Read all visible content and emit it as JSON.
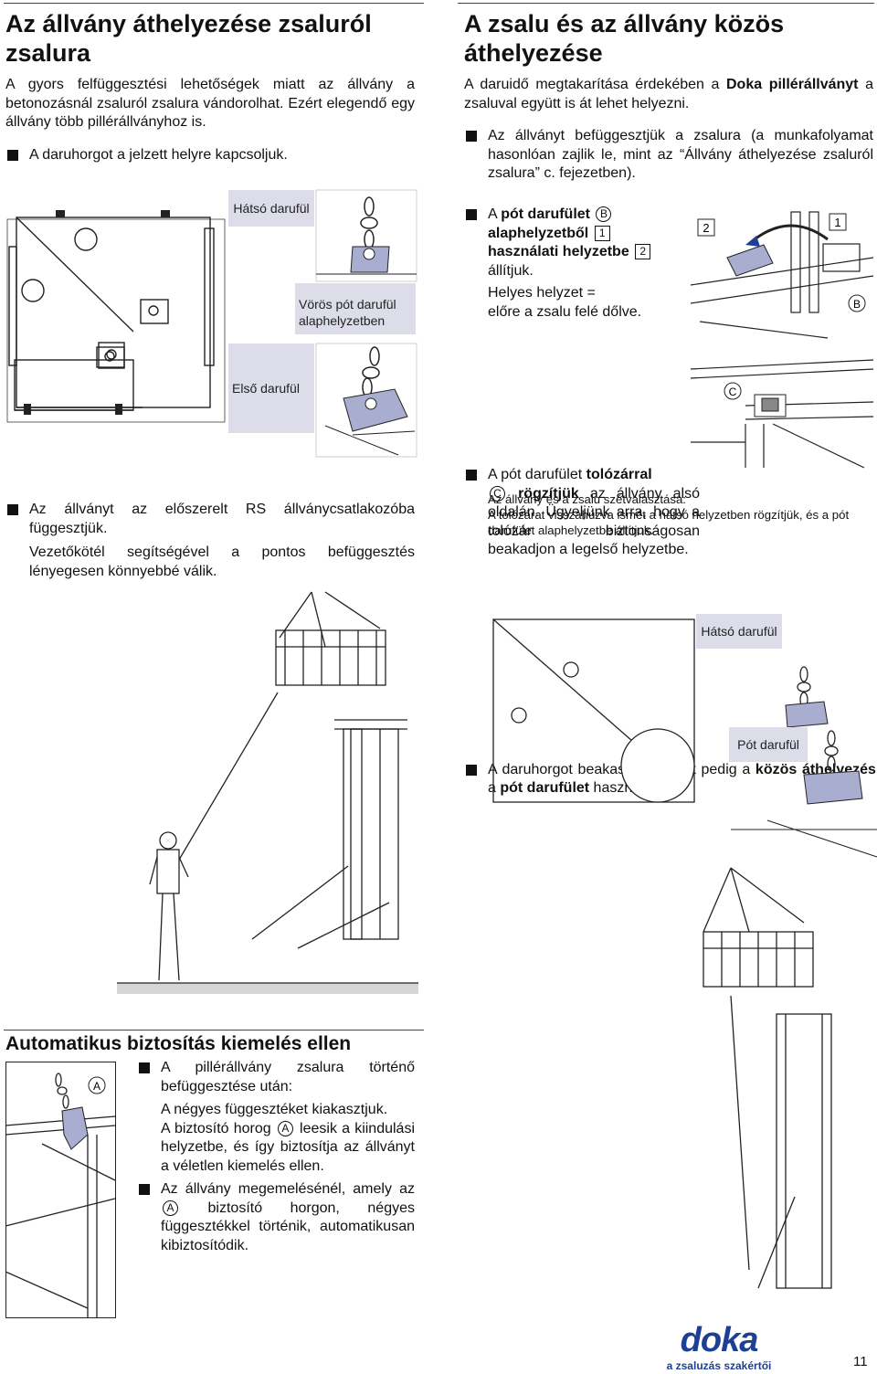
{
  "col_left": {
    "title": "Az állvány áthelyezése zsaluról zsalura",
    "intro": "A gyors felfüggesztési lehetőségek miatt az állvány a betonozásnál zsaluról zsalura vándorolhat. Ezért elegendő egy állvány több pillérállványhoz is.",
    "bullet1": "A daruhorgot a jelzett helyre kapcsoljuk.",
    "callout_rear": "Hátsó darufül",
    "callout_red": "Vörös pót darufül alaphelyzetben",
    "callout_front": "Első darufül",
    "bullet2": "Az állványt az előszerelt RS állványcsatlakozóba függesztjük.",
    "note2": "Vezetőkötél segítségével a pontos befüggesztés lényegesen könnyebbé válik."
  },
  "col_right": {
    "title": "A zsalu és az állvány közös áthelyezése",
    "intro_a": "A daruidő megtakarítása érdekében a ",
    "intro_b": "Doka pillérállványt",
    "intro_c": " a zsaluval együtt is át lehet helyezni.",
    "bullet1": "Az állványt befüggesztjük a zsalura (a munkafolyamat hasonlóan zajlik le, mint az “Állvány áthelyezése zsaluról zsalura” c. fejezetben).",
    "b2_a": "A ",
    "b2_b": "pót darufület",
    "b2_c": "alaphelyzetből",
    "b2_d": "használati helyzetbe",
    "b2_e": "állítjuk.",
    "b2_note1": "Helyes helyzet =",
    "b2_note2": "előre a zsalu felé dőlve.",
    "b3_a": "A pót darufület ",
    "b3_b": "tolózárral",
    "b3_c": "rögzítjük",
    "b3_d": " az állvány alsó oldalán. Ügyeljünk arra, hogy a tolózár biztonságosan beakadjon a legelső helyzetbe.",
    "sep_title": "Az állvány és a zsalu szétválasztása:",
    "sep_text": "A tolózárat visszahúzva ismét a hátsó helyzetben rögzítjük, és a pót darufület alaphelyzetbe állítjuk.",
    "b4_a": "A daruhorgot beakasztjuk. Most pedig a ",
    "b4_b": "közös áthelyezésnél",
    "b4_c": " a ",
    "b4_d": "pót darufület",
    "b4_e": " használjuk.",
    "callout_rear": "Hátsó darufül",
    "callout_aux": "Pót darufül"
  },
  "markers": {
    "A": "A",
    "B": "B",
    "C": "C",
    "one": "1",
    "two": "2"
  },
  "auto": {
    "title": "Automatikus biztosítás kiemelés ellen",
    "b1": "A pillérállvány zsalura történő befüggesztése után:",
    "b1_note_a": "A négyes függesztéket kiakasztjuk.",
    "b1_note_b": "A biztosító horog",
    "b1_note_c": "leesik a kiindulási helyzetbe, és így biztosítja az állványt a véletlen kiemelés ellen.",
    "b2_a": "Az állvány megemelésénél, amely az",
    "b2_b": "biztosító horgon, négyes függesztékkel történik, automatikusan kibiztosítódik."
  },
  "footer": {
    "logo": "doka",
    "tagline": "a zsaluzás szakértői",
    "page": "11"
  },
  "colors": {
    "callout_bg": "#dcdde8",
    "doka_blue": "#1d3f94",
    "plate": "#a9aed1"
  }
}
